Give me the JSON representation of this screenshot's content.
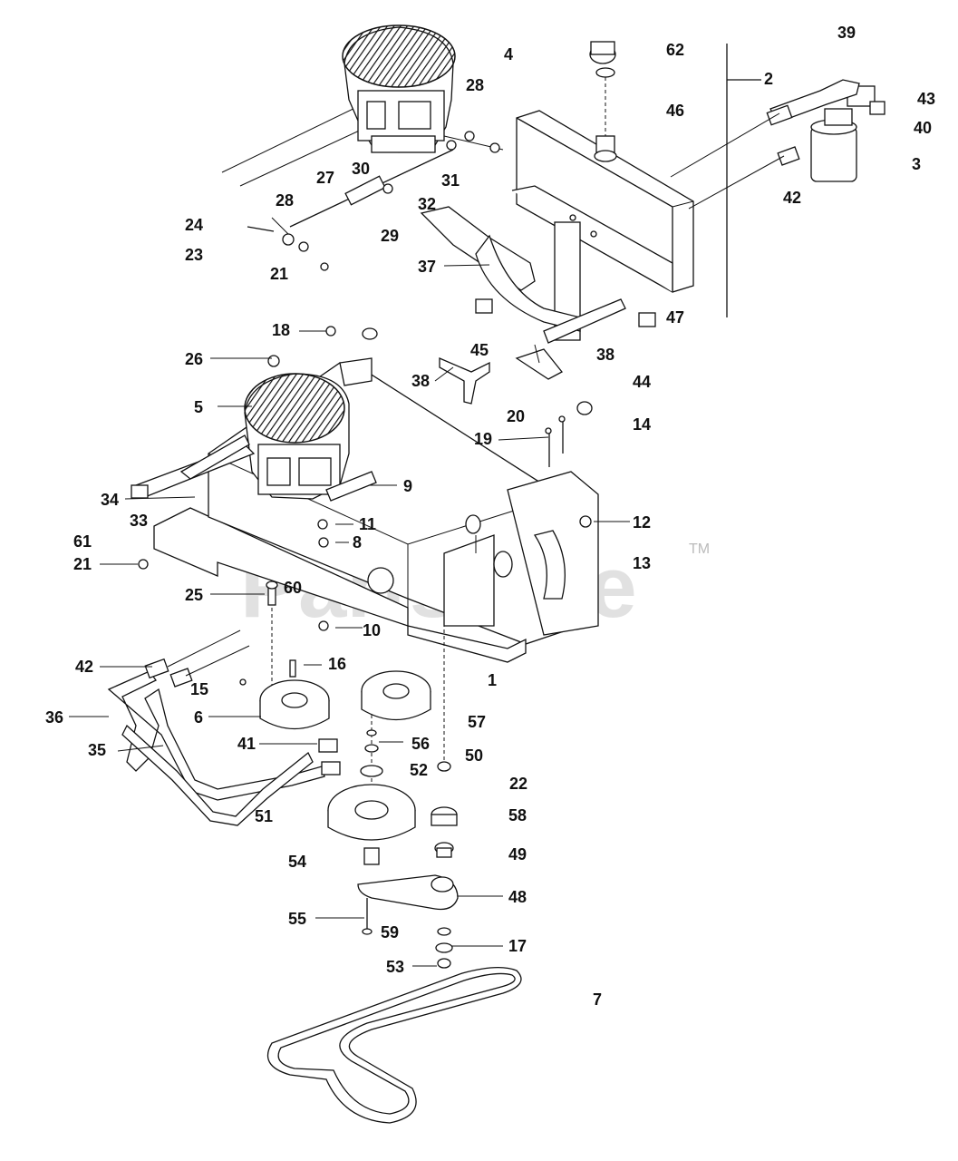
{
  "watermark": {
    "text": "PartsTree",
    "trademark": "TM"
  },
  "callouts": [
    "1",
    "2",
    "3",
    "4",
    "5",
    "6",
    "7",
    "8",
    "9",
    "10",
    "11",
    "12",
    "13",
    "14",
    "15",
    "16",
    "17",
    "18",
    "19",
    "20",
    "21",
    "22",
    "23",
    "24",
    "25",
    "26",
    "27",
    "28",
    "29",
    "30",
    "31",
    "32",
    "33",
    "34",
    "35",
    "36",
    "37",
    "38",
    "39",
    "40",
    "41",
    "42",
    "43",
    "44",
    "45",
    "46",
    "47",
    "48",
    "49",
    "50",
    "51",
    "52",
    "53",
    "54",
    "55",
    "56",
    "57",
    "58",
    "59",
    "60",
    "61",
    "62"
  ]
}
